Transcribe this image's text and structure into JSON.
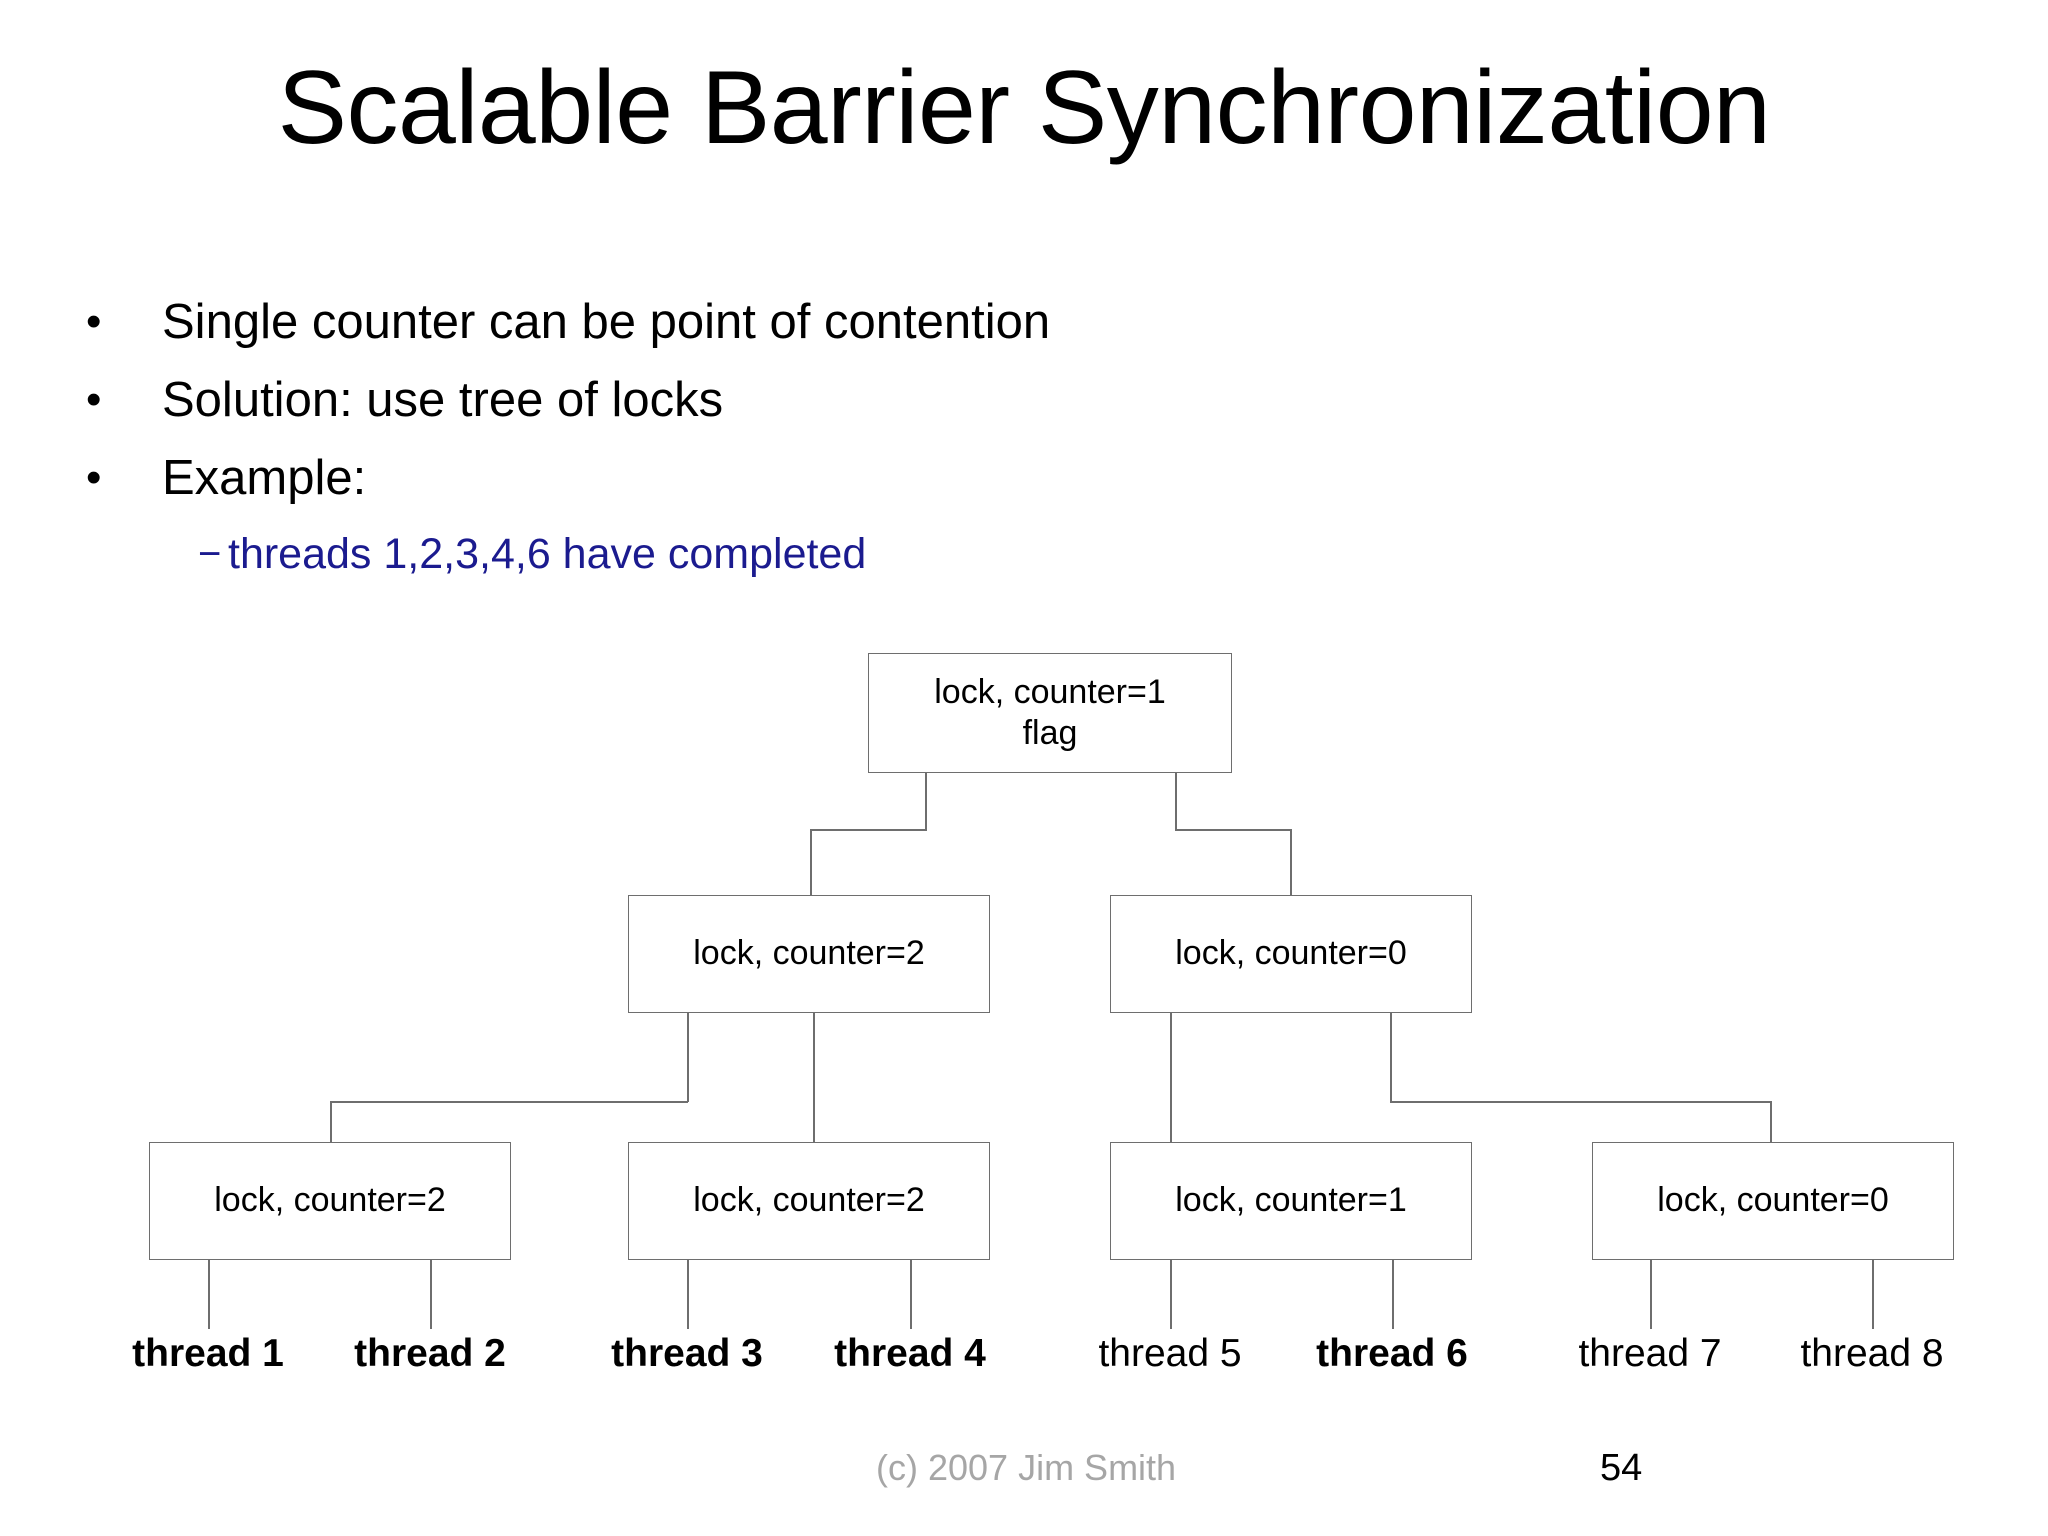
{
  "slide": {
    "title": "Scalable Barrier Synchronization",
    "bullets": [
      {
        "marker": "•",
        "text": "Single counter can be point of contention"
      },
      {
        "marker": "•",
        "text": "Solution: use tree of locks"
      },
      {
        "marker": "•",
        "text": "Example:"
      }
    ],
    "sub_bullets": [
      {
        "marker": "−",
        "text": "threads 1,2,3,4,6 have completed",
        "color": "#1b1b8f"
      }
    ]
  },
  "diagram": {
    "root": {
      "line1": "lock, counter=1",
      "line2": "flag"
    },
    "level2": [
      {
        "line1": "lock, counter=2"
      },
      {
        "line1": "lock, counter=0"
      }
    ],
    "leaves": [
      {
        "line1": "lock, counter=2"
      },
      {
        "line1": "lock, counter=2"
      },
      {
        "line1": "lock, counter=1"
      },
      {
        "line1": "lock, counter=0"
      }
    ],
    "threads": [
      {
        "label": "thread 1",
        "completed": true
      },
      {
        "label": "thread 2",
        "completed": true
      },
      {
        "label": "thread 3",
        "completed": true
      },
      {
        "label": "thread 4",
        "completed": true
      },
      {
        "label": "thread 5",
        "completed": false
      },
      {
        "label": "thread 6",
        "completed": true
      },
      {
        "label": "thread 7",
        "completed": false
      },
      {
        "label": "thread 8",
        "completed": false
      }
    ],
    "line_color": "#6e6e6e"
  },
  "footer": {
    "credit": "(c) 2007 Jim Smith",
    "page_number": "54"
  }
}
